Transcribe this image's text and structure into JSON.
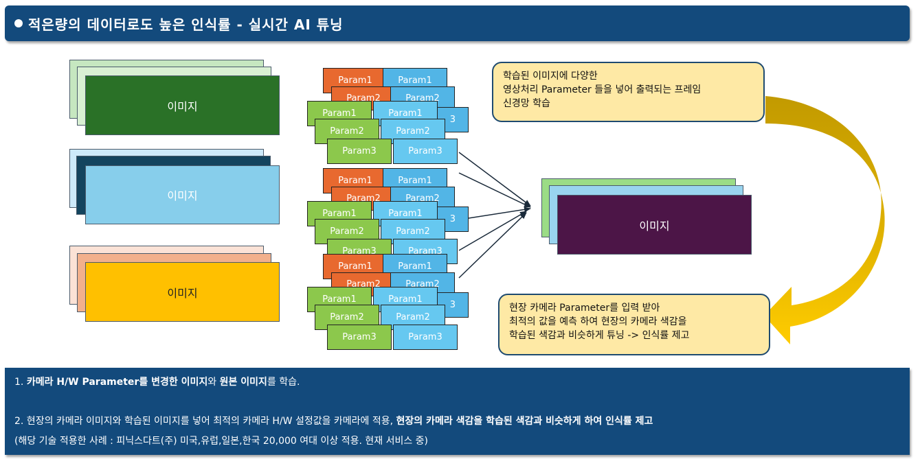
{
  "title": "적은량의 데이터로도 높은 인식률 - 실시간 AI 튜닝",
  "image_label": "이미지",
  "params": {
    "p1": "Param1",
    "p2": "Param2",
    "p3": "Param3"
  },
  "callout_top": [
    "학습된 이미지에 다양한",
    "영상처리 Parameter 들을 넣어 출력되는 프레임",
    "신경망 학습"
  ],
  "callout_bottom": [
    "현장 카메라 Parameter를 입력 받아",
    "최적의 값을 예측 하여 현장의 카메라 색감을",
    "학습된 색감과 비슷하게 튜닝 -> 인식률 제고"
  ],
  "bottom": {
    "l1_num": "1. ",
    "l1_b1": "카메라 H/W Parameter를 변경한 이미지",
    "l1_n1": "와 ",
    "l1_b2": "원본 이미지",
    "l1_n2": "를 학습.",
    "l2_n1": "2. 현장의 카메라 이미지와 학습된 이미지를 넣어 최적의 카메라 H/W 설정값을 카메라에 적용, ",
    "l2_b1": "현장의 카메라 색감을 학습된 색감과 비슷하게 하여 인식률 제고",
    "l3": "(해당 기술 적용한 사례 : 피닉스다트(주) 미국,유럽,일본,한국 20,000 여대 이상 적용. 현재 서비스 중)"
  },
  "colors": {
    "title_bg": "#134a7c",
    "stack1_front": "#2a7127",
    "stack2_front": "#87ceeb",
    "stack3_front": "#ffc000",
    "output_front": "#4c1547",
    "arrow_gold": "#c9a000",
    "callout_bg": "#fee9a5"
  }
}
